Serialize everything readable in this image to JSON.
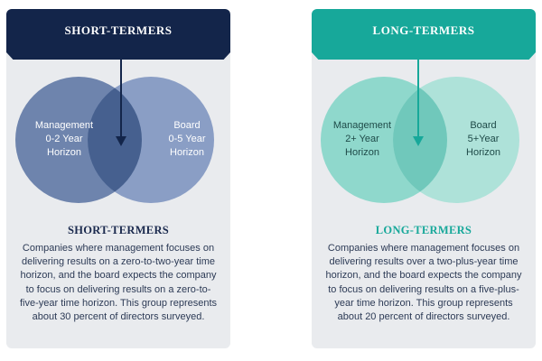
{
  "colors": {
    "short_banner": "#13254a",
    "short_title": "#1b2a4e",
    "short_circle_left": "#6e84ad",
    "short_circle_right": "#8a9ec5",
    "short_overlap": "#46608f",
    "long_banner": "#17a89a",
    "long_title": "#17a89a",
    "long_circle_left": "#8fd8cc",
    "long_circle_right": "#aee2d9",
    "long_overlap": "#70c8bb",
    "panel_bg": "#e9ebee"
  },
  "panels": [
    {
      "banner_title": "SHORT-TERMERS",
      "left_circle": [
        "Management",
        "0-2 Year",
        "Horizon"
      ],
      "right_circle": [
        "Board",
        "0-5 Year",
        "Horizon"
      ],
      "sub_title": "SHORT-TERMERS",
      "description": "Companies where management focuses on delivering results on a zero-to-two-year time horizon, and the board expects the company to focus on delivering results on a zero-to-five-year time horizon. This group represents about 30 percent of directors surveyed."
    },
    {
      "banner_title": "LONG-TERMERS",
      "left_circle": [
        "Management",
        "2+ Year",
        "Horizon"
      ],
      "right_circle": [
        "Board",
        "5+Year",
        "Horizon"
      ],
      "sub_title": "LONG-TERMERS",
      "description": "Companies where management focuses on delivering results over a two-plus-year time horizon, and the board expects the company to focus on delivering results on a five-plus-year time horizon. This group represents about 20 percent of directors surveyed."
    }
  ]
}
